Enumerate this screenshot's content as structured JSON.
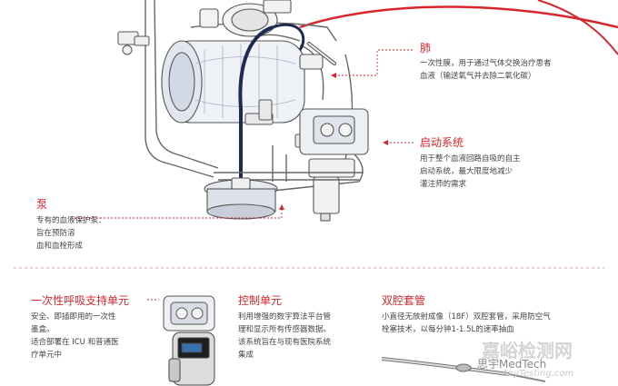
{
  "lung": {
    "title": "肺",
    "lines": [
      "一次性膜，用于通过气体交换治疗患者",
      "血液（输送氧气并去除二氧化碳）"
    ]
  },
  "startup": {
    "title": "启动系统",
    "lines": [
      "用于整个血液回路自吸的自主",
      "启动系统，最大限度地减少",
      "灌注师的需求"
    ]
  },
  "pump": {
    "title": "泵",
    "lines": [
      "专有的血液保护泵：",
      "旨在预防溶",
      "血和血栓形成"
    ]
  },
  "breathing": {
    "title": "一次性呼吸支持单元",
    "lines": [
      "安全、即插即用的一次性",
      "墨盒。",
      "适合部署在 ICU 和普通医",
      "疗单元中"
    ]
  },
  "control": {
    "title": "控制单元",
    "lines": [
      "利用增强的数字算法平台管",
      "理和显示所有传感器数据。",
      "该系统旨在与现有医院系统",
      "集成"
    ]
  },
  "cannula": {
    "title": "双腔套管",
    "lines": [
      "小直径无放射成像（18F）双腔套管，采用防空气",
      "栓塞技术，以每分钟1-1.5L的速率抽血"
    ]
  },
  "watermark": {
    "brand": "嘉峪检测网",
    "site": "AnyTesting.com",
    "author": "思宇MedTech"
  },
  "colors": {
    "accent": "#d7262b",
    "text": "#444444",
    "line": "#555555"
  }
}
